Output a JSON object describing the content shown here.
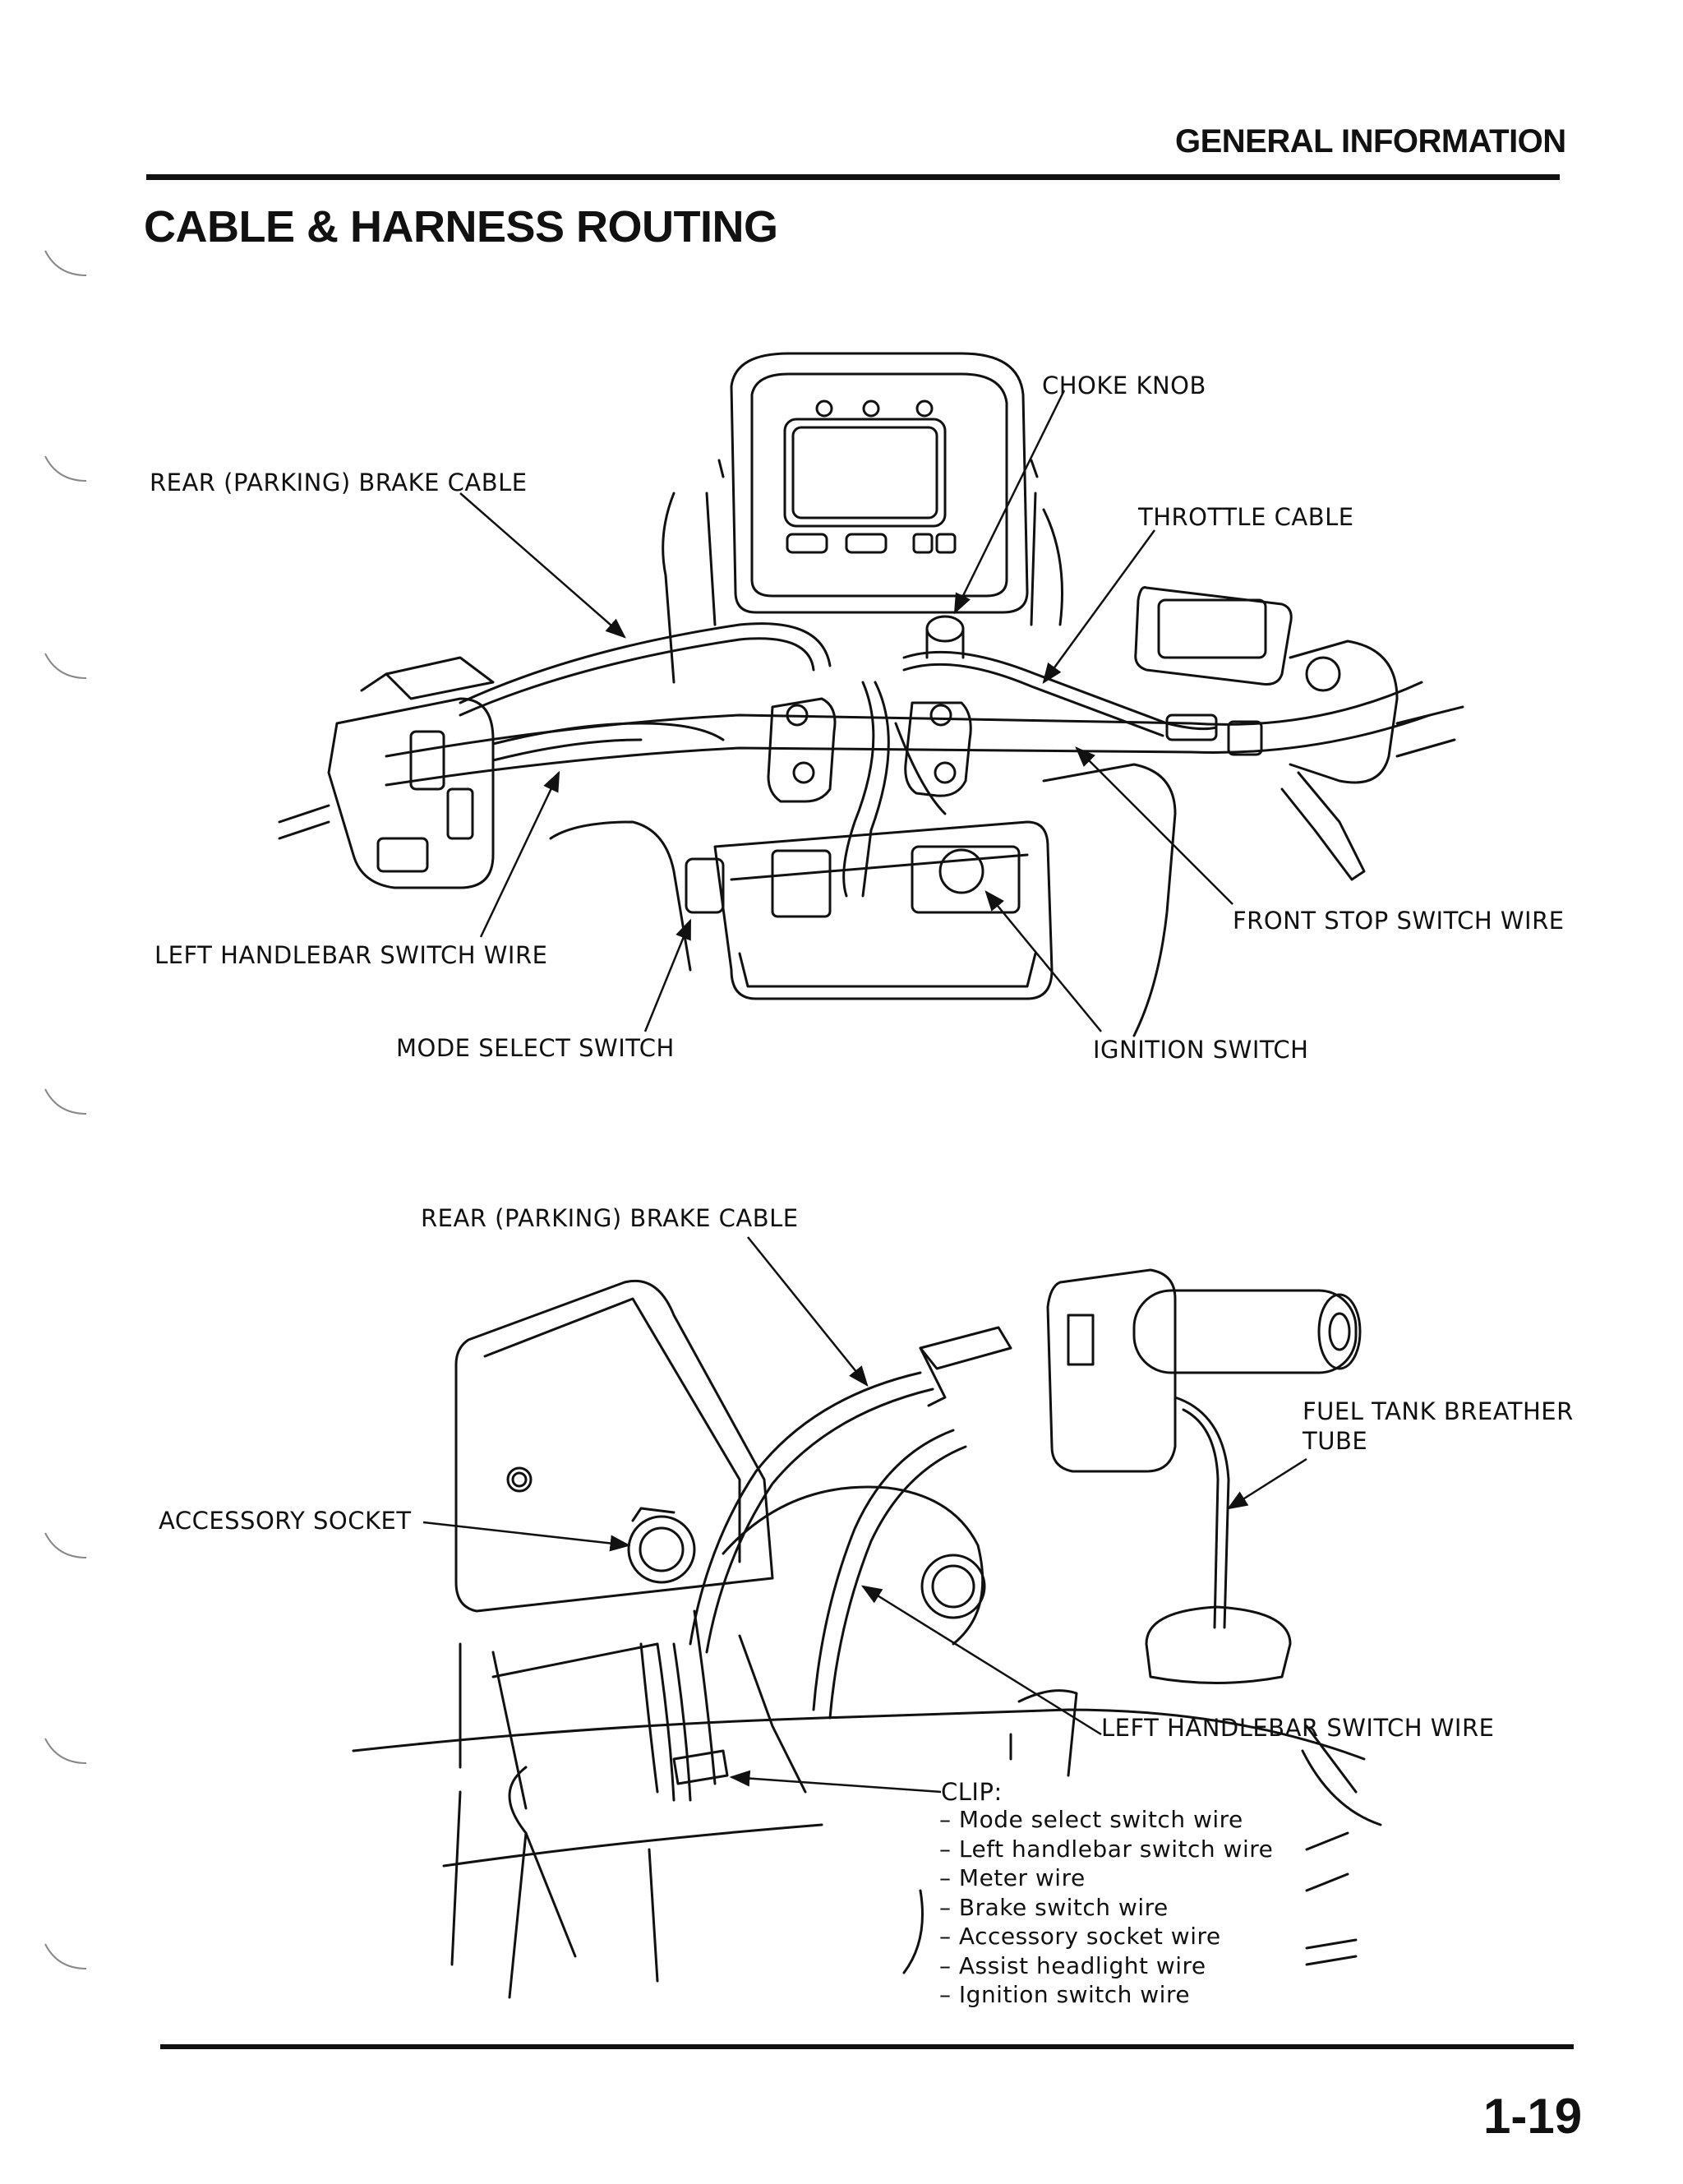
{
  "header": {
    "section": "GENERAL INFORMATION"
  },
  "title": "CABLE & HARNESS ROUTING",
  "figure1": {
    "labels": {
      "choke_knob": "CHOKE KNOB",
      "rear_brake_cable": "REAR (PARKING) BRAKE CABLE",
      "throttle_cable": "THROTTLE CABLE",
      "front_stop_switch_wire": "FRONT STOP SWITCH WIRE",
      "left_handlebar_switch_wire": "LEFT HANDLEBAR SWITCH WIRE",
      "mode_select_switch": "MODE SELECT SWITCH",
      "ignition_switch": "IGNITION SWITCH"
    }
  },
  "figure2": {
    "labels": {
      "rear_brake_cable": "REAR (PARKING) BRAKE CABLE",
      "fuel_tank_breather_tube_line1": "FUEL TANK BREATHER",
      "fuel_tank_breather_tube_line2": "TUBE",
      "accessory_socket": "ACCESSORY SOCKET",
      "left_handlebar_switch_wire": "LEFT HANDLEBAR SWITCH WIRE",
      "clip": "CLIP:"
    },
    "clip_items": [
      "Mode select switch wire",
      "Left handlebar switch wire",
      "Meter wire",
      "Brake switch wire",
      "Accessory socket wire",
      "Assist headlight wire",
      "Ignition switch wire"
    ]
  },
  "footer": {
    "page_number": "1-19"
  }
}
